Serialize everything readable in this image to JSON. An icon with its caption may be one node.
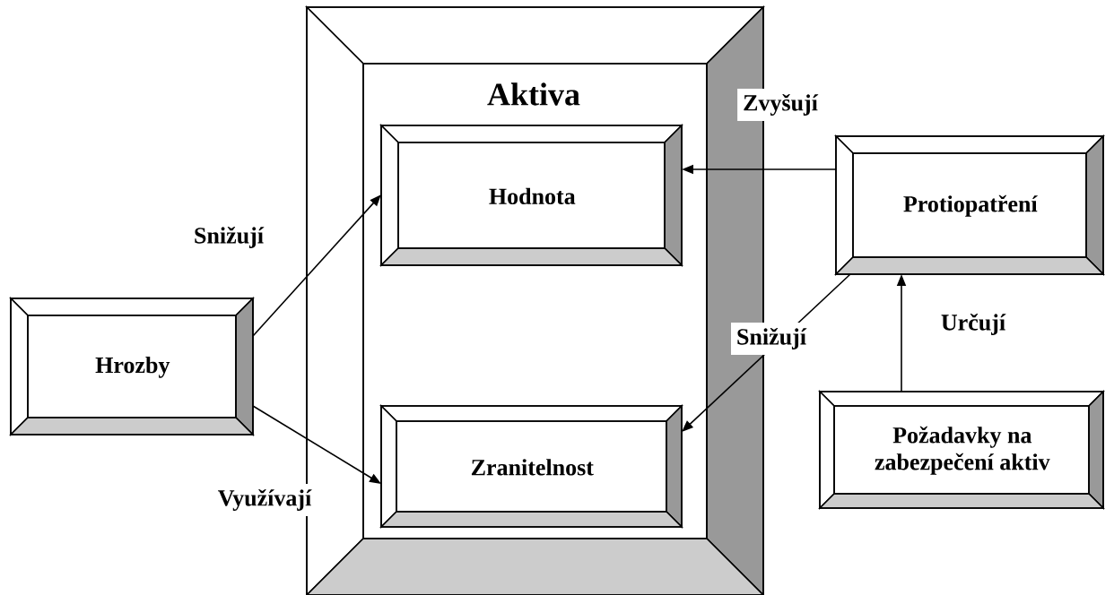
{
  "diagram": {
    "nodes": [
      {
        "text": [
          "Aktiva"
        ]
      },
      {
        "text": [
          "Hodnota"
        ],
        "in": 0
      },
      {
        "text": [
          "Zranitelnost"
        ],
        "in": 0
      },
      {
        "text": [
          "Hrozby"
        ]
      },
      {
        "text": [
          "Protiopatření"
        ]
      },
      {
        "text": [
          "Požadavky na zabezpečení aktiv"
        ]
      }
    ],
    "edges": [
      {
        "from": 3,
        "to": 1,
        "arrow": "to",
        "label": "Snižují"
      },
      {
        "from": 3,
        "to": 2,
        "arrow": "to",
        "label": "Využívají"
      },
      {
        "from": 4,
        "to": 1,
        "arrow": "to",
        "label": "Zvyšují"
      },
      {
        "from": 4,
        "to": 2,
        "arrow": "to",
        "label": "Snižují"
      },
      {
        "from": 5,
        "to": 4,
        "arrow": "to",
        "label": "Určují"
      }
    ]
  }
}
